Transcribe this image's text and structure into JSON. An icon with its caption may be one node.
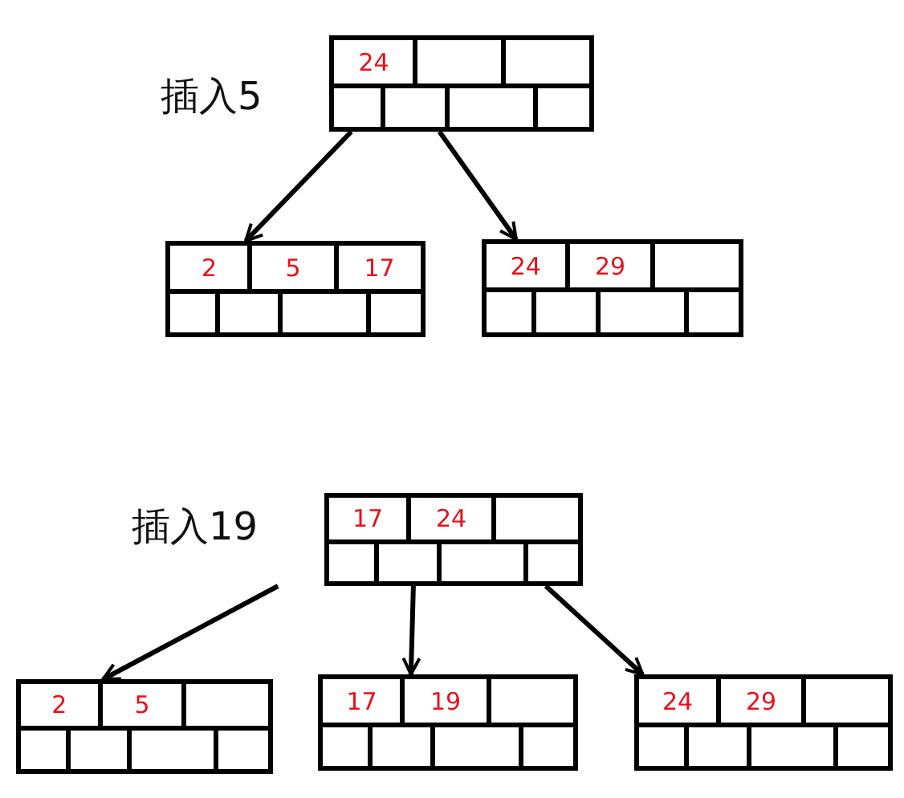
{
  "diagram": {
    "nodes": [
      {
        "text": [
          "24"
        ]
      },
      {
        "text": [
          "2",
          "5",
          "17"
        ]
      },
      {
        "text": [
          "24",
          "29"
        ]
      },
      {
        "text": [
          "17",
          "24"
        ]
      },
      {
        "text": [
          "2",
          "5"
        ]
      },
      {
        "text": [
          "17",
          "19"
        ]
      },
      {
        "text": [
          "24",
          "29"
        ]
      }
    ],
    "edges": [
      {
        "from": 0,
        "to": 1,
        "arrow": "to"
      },
      {
        "from": 0,
        "to": 2,
        "arrow": "to"
      },
      {
        "from": 3,
        "to": 4,
        "arrow": "to"
      },
      {
        "from": 3,
        "to": 5,
        "arrow": "to"
      },
      {
        "from": 3,
        "to": 6,
        "arrow": "to"
      }
    ],
    "labels": [
      "插入5",
      "插入19"
    ]
  }
}
